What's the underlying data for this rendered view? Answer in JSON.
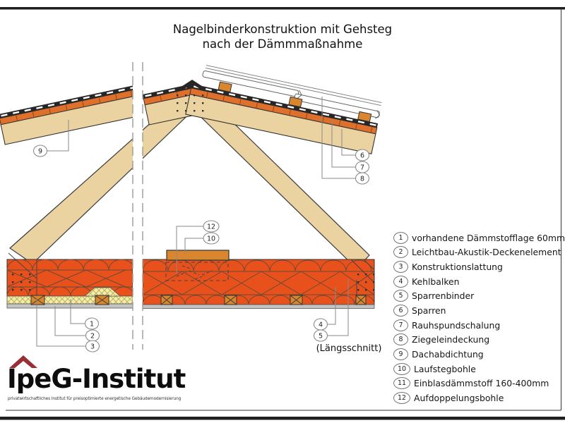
{
  "title": {
    "line1": "Nagelbinderkonstruktion mit Gehsteg",
    "line2": "nach der Dämmmaßnahme"
  },
  "diagram": {
    "section_label": "(Längsschnitt)",
    "callouts": {
      "c1": "1",
      "c2": "2",
      "c3": "3",
      "c4": "4",
      "c5": "5",
      "c6": "6",
      "c7": "7",
      "c8": "8",
      "c9": "9",
      "c10": "10",
      "c12": "12"
    }
  },
  "legend": {
    "items": [
      {
        "num": "1",
        "label": "vorhandene Dämmstofflage 60mm"
      },
      {
        "num": "2",
        "label": "Leichtbau-Akustik-Deckenelement"
      },
      {
        "num": "3",
        "label": "Konstruktionslattung"
      },
      {
        "num": "4",
        "label": "Kehlbalken"
      },
      {
        "num": "5",
        "label": "Sparrenbinder"
      },
      {
        "num": "6",
        "label": "Sparren"
      },
      {
        "num": "7",
        "label": "Rauhspundschalung"
      },
      {
        "num": "8",
        "label": "Ziegeleindeckung"
      },
      {
        "num": "9",
        "label": "Dachabdichtung"
      },
      {
        "num": "10",
        "label": "Laufstegbohle"
      },
      {
        "num": "11",
        "label": "Einblasdämmstoff 160-400mm"
      },
      {
        "num": "12",
        "label": "Aufdoppelungsbohle"
      }
    ]
  },
  "logo": {
    "name": "IpeG-Institut",
    "tagline": "privatwirtschaftliches Institut für preisoptimierte energetische Gebäudemodernisierung"
  },
  "colors": {
    "insulation_orange": "#E8511C",
    "insulation_lines": "#6B4A35",
    "wood_tan": "#EBD3A1",
    "sheathing_orange": "#DF702C",
    "batten_orange": "#D9862E",
    "existing_insulation_yellow": "#F4EEA9",
    "ceiling_gray": "#C4C4C4",
    "tile_dark": "#262626",
    "logo_red": "#9A2E35",
    "leader_gray": "#8A8A8A"
  }
}
